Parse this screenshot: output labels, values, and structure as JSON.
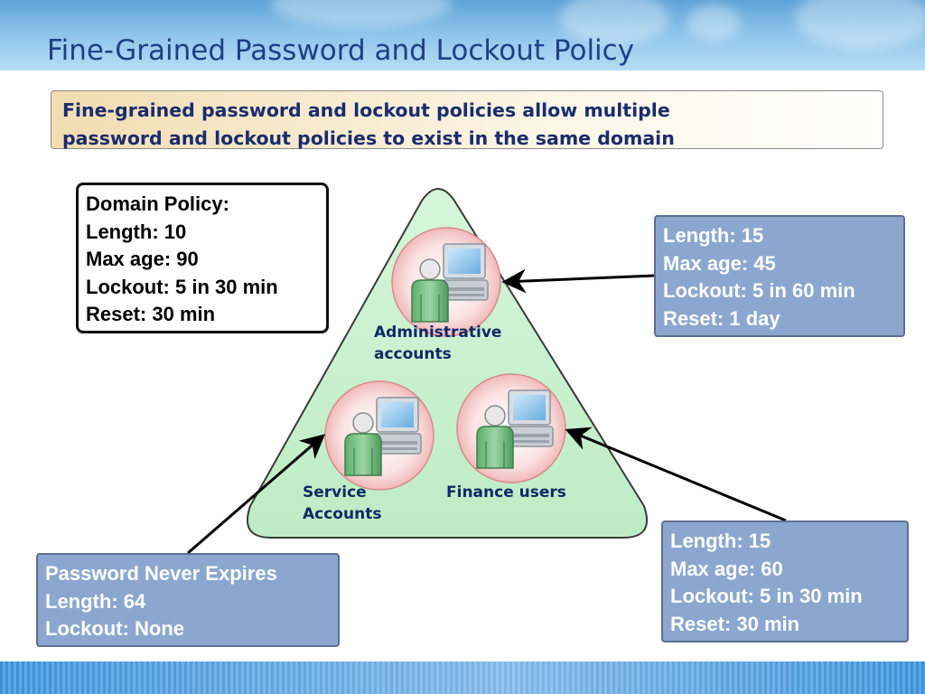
{
  "slide": {
    "title": "Fine-Grained Password and Lockout Policy",
    "subtitle_line1": "Fine-grained password and lockout policies allow multiple",
    "subtitle_line2": "password and lockout policies to exist in the same domain"
  },
  "domain_policy": [
    "Domain Policy:",
    "Length: 10",
    "Max age: 90",
    "Lockout: 5 in 30 min",
    "Reset: 30 min"
  ],
  "admin_policy": [
    "Length: 15",
    "Max age: 45",
    "Lockout: 5 in 60 min",
    "Reset: 1 day"
  ],
  "finance_policy": [
    "Length: 15",
    "Max age: 60",
    "Lockout: 5 in 30 min",
    "Reset: 30 min"
  ],
  "service_policy": [
    "Password Never Expires",
    "Length: 64",
    "Lockout: None"
  ],
  "groups": {
    "admin": [
      "Administrative",
      "accounts"
    ],
    "service": [
      "Service",
      "Accounts"
    ],
    "finance": [
      "Finance users"
    ]
  },
  "colors": {
    "title": "#1f3f86",
    "triangle_fill": "#c9f0cf",
    "callout_blue": "#8ba7cf",
    "label": "#0d2a66"
  },
  "icons": [
    "user-computer-icon"
  ]
}
